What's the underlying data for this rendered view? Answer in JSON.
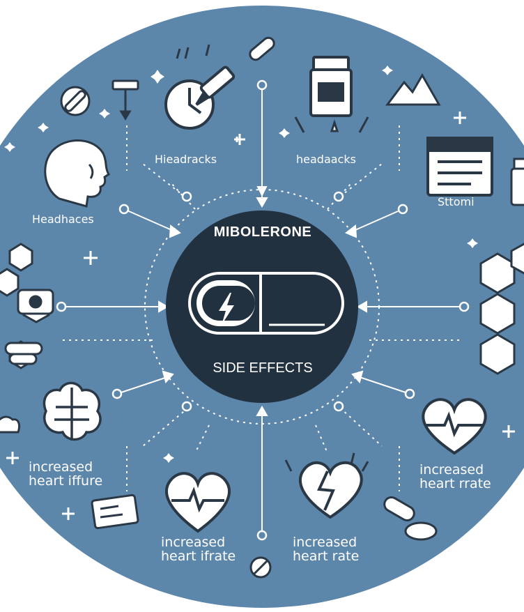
{
  "center": {
    "title": "MIBOLERONE",
    "subtitle": "SIDE EFFECTS"
  },
  "labels": {
    "top_left": "Hieadracks",
    "top_right": "headaacks",
    "left": "Headhaces",
    "right": "Sttomi",
    "bottom_left": [
      "increased",
      "heart iffure"
    ],
    "bottom_center_left": [
      "increased",
      "heart ifrate"
    ],
    "bottom_center_right": [
      "increased",
      "heart rate"
    ],
    "bottom_right": [
      "increased",
      "heart rrate"
    ]
  },
  "colors": {
    "background": "#5d86ab",
    "center": "#22313f",
    "stroke": "#2a3744",
    "accent": "#ffffff"
  },
  "icons": [
    "head-profile-icon",
    "clock-pen-icon",
    "pill-bottle-icon",
    "mountain-icon",
    "calendar-icon",
    "brain-icon",
    "heart-pulse-icon",
    "broken-heart-icon",
    "id-card-icon",
    "capsule-icon",
    "hexagon-molecule-icon",
    "eye-icon"
  ]
}
